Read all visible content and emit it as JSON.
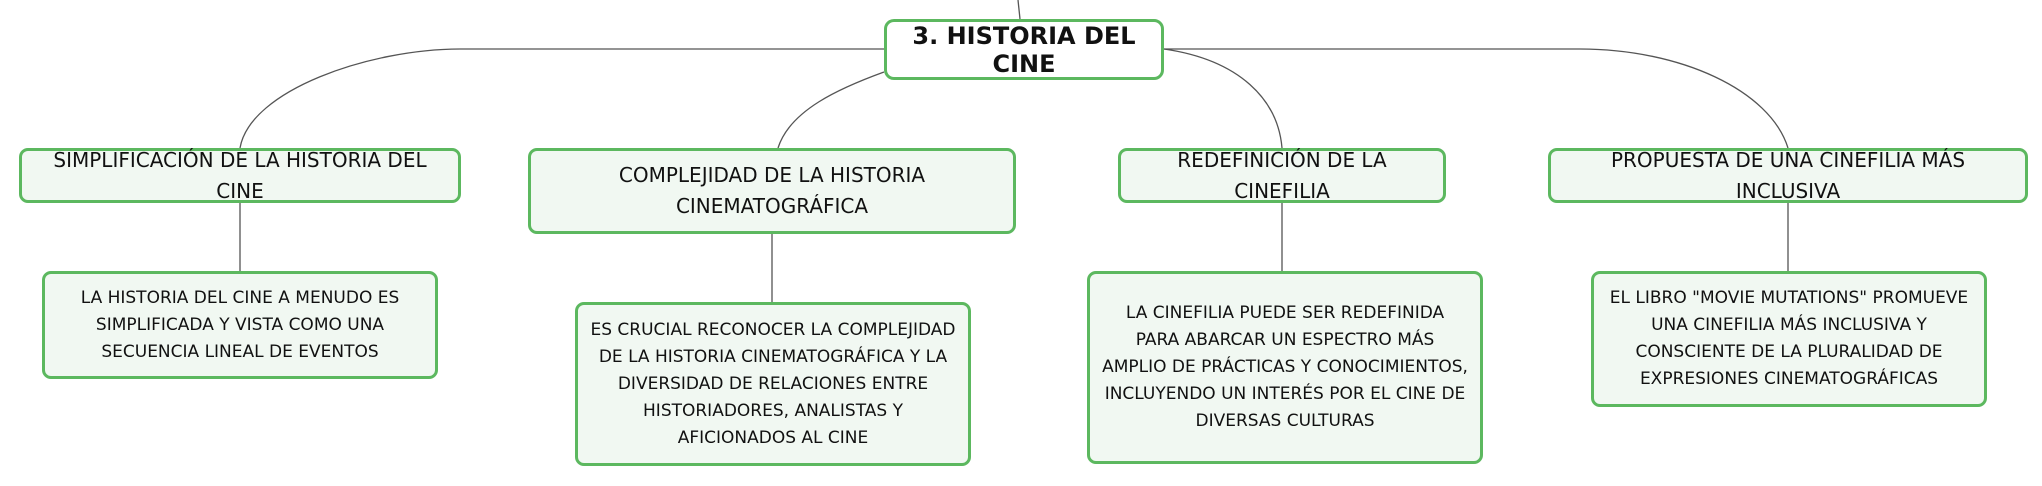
{
  "root": {
    "title": "3. HISTORIA DEL CINE"
  },
  "branches": [
    {
      "title": "SIMPLIFICACIÓN DE LA HISTORIA DEL CINE",
      "detail": "LA HISTORIA DEL CINE A MENUDO ES SIMPLIFICADA Y VISTA COMO UNA SECUENCIA LINEAL DE EVENTOS"
    },
    {
      "title": "COMPLEJIDAD DE LA HISTORIA CINEMATOGRÁFICA",
      "detail": "ES CRUCIAL RECONOCER LA COMPLEJIDAD DE LA HISTORIA CINEMATOGRÁFICA Y LA DIVERSIDAD DE RELACIONES ENTRE HISTORIADORES, ANALISTAS Y AFICIONADOS AL CINE"
    },
    {
      "title": "REDEFINICIÓN DE LA CINEFILIA",
      "detail": "LA CINEFILIA PUEDE SER REDEFINIDA PARA ABARCAR UN ESPECTRO MÁS AMPLIO DE PRÁCTICAS Y CONOCIMIENTOS, INCLUYENDO UN INTERÉS POR EL CINE DE DIVERSAS CULTURAS"
    },
    {
      "title": "PROPUESTA DE UNA CINEFILIA MÁS INCLUSIVA",
      "detail": "EL LIBRO \"MOVIE MUTATIONS\" PROMUEVE UNA CINEFILIA MÁS INCLUSIVA Y CONSCIENTE DE LA PLURALIDAD DE EXPRESIONES CINEMATOGRÁFICAS"
    }
  ],
  "colors": {
    "node_border": "#5cb85f",
    "node_fill": "#f1f8f2",
    "connector": "#555555"
  }
}
